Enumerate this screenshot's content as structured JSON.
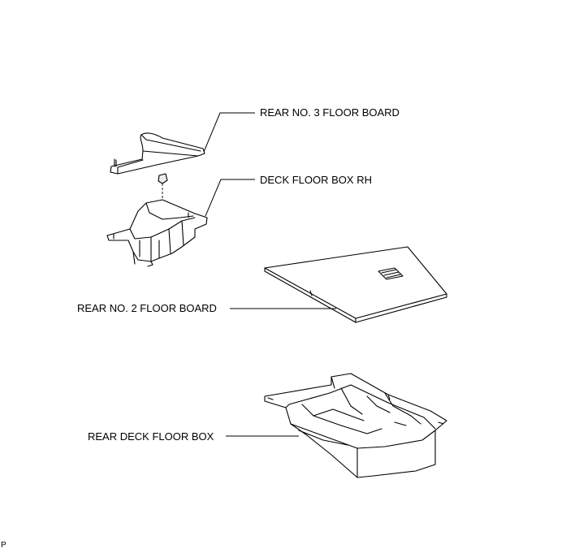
{
  "callouts": {
    "rear_no3_floor_board": "REAR NO. 3 FLOOR BOARD",
    "deck_floor_box_rh": "DECK FLOOR BOX RH",
    "rear_no2_floor_board": "REAR NO. 2 FLOOR BOARD",
    "rear_deck_floor_box": "REAR DECK FLOOR BOX"
  },
  "corner_code": "P"
}
